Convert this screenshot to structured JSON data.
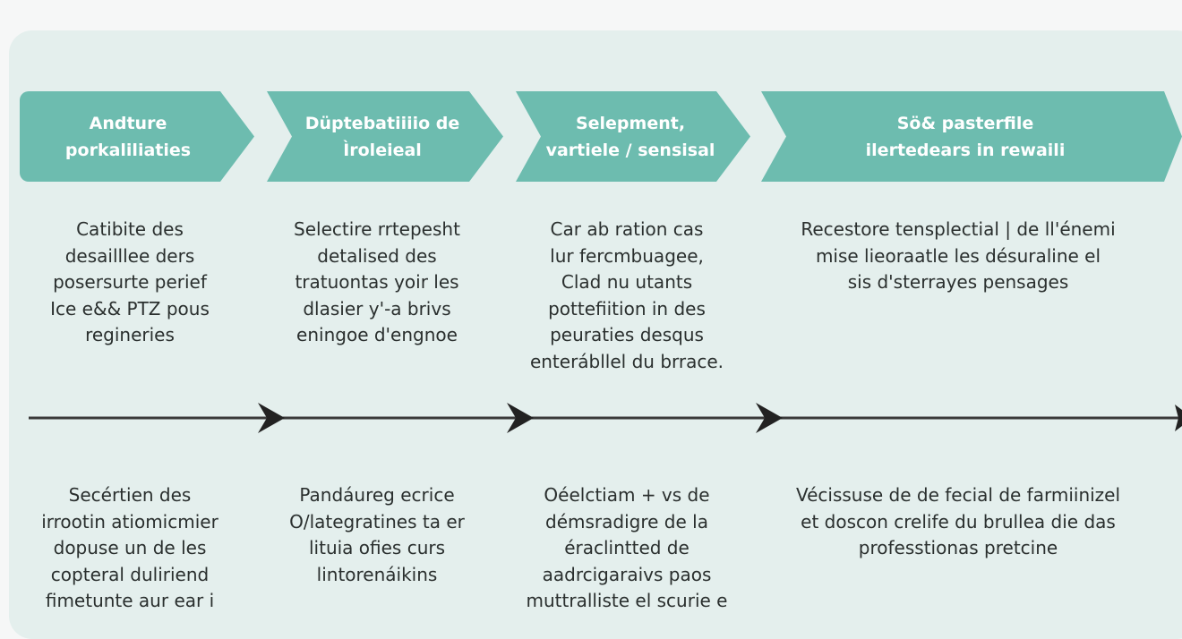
{
  "stages": [
    {
      "title_lines": [
        "Andture",
        "porkaliliaties"
      ],
      "top_lines": [
        "Catibite des",
        "desailllee ders",
        "posersurte perief",
        "Ice e&& PTZ pous",
        "regineries"
      ],
      "bottom_lines": [
        "Secértien des",
        "irrootin atiomicmier",
        "dopuse un de les",
        "copteral duliriend",
        "fimetunte aur ear i"
      ]
    },
    {
      "title_lines": [
        "Düptebatiiiio de",
        "Ìroleieal"
      ],
      "top_lines": [
        "Selectire rrtepesht",
        "detalised des",
        "tratuontas yoir les",
        "dlasier y'-a brivs",
        "eningoe d'engnoe"
      ],
      "bottom_lines": [
        "Pandáureg ecrice",
        "O/lategratines ta er",
        "lituia ofies curs",
        "lintorenáikins"
      ]
    },
    {
      "title_lines": [
        "Selepment,",
        "vartiele / sensisal"
      ],
      "top_lines": [
        "Car ab ration cas",
        "lur fercmbuagee,",
        "Clad nu utants",
        "pottefiition in des",
        "peuraties desqus",
        "enterábllel du brrace."
      ],
      "bottom_lines": [
        "Oéelctiam + vs de",
        "démsradigre de la",
        "éraclintted de",
        "aadrcigaraivs paos",
        "muttralliste el scurie e"
      ]
    },
    {
      "title_lines": [
        "Sö& pasterfile",
        "ilertedears in rewaili"
      ],
      "top_lines": [
        "Recestore tensplectial | de ll'énemi",
        "mise lieoraatle les désuraline el",
        "sis d'sterrayes pensages"
      ],
      "bottom_lines": [
        "Vécissuse de de fecial de farmiinizel",
        "et doscon crelife du brullea die das",
        "professtionas pretcine"
      ]
    }
  ],
  "colors": {
    "chevron": "#6dbcaf",
    "panel": "#e4efed",
    "timeline": "#3a3a3a",
    "text": "#2a2f2e"
  }
}
